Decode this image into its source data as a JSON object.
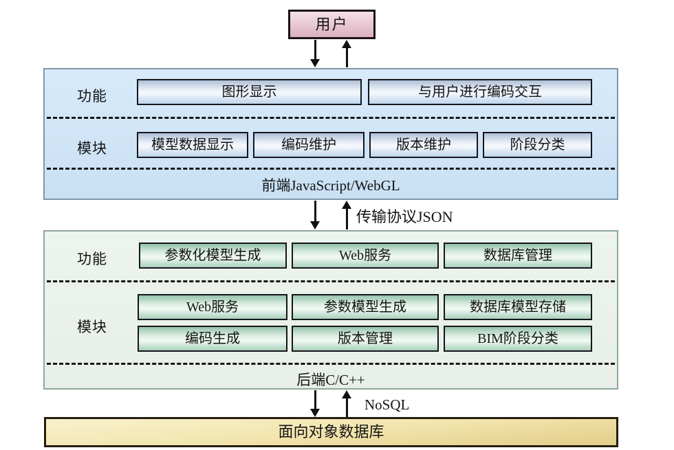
{
  "user": {
    "label": "用户"
  },
  "frontend": {
    "row_function_label": "功能",
    "row_module_label": "模块",
    "function_boxes": [
      "图形显示",
      "与用户进行编码交互"
    ],
    "module_boxes": [
      "模型数据显示",
      "编码维护",
      "版本维护",
      "阶段分类"
    ],
    "platform_label": "前端JavaScript/WebGL"
  },
  "link_frontend_backend": {
    "label": "传输协议JSON"
  },
  "backend": {
    "row_function_label": "功能",
    "row_module_label": "模块",
    "function_boxes": [
      "参数化模型生成",
      "Web服务",
      "数据库管理"
    ],
    "module_boxes_row1": [
      "Web服务",
      "参数模型生成",
      "数据库模型存储"
    ],
    "module_boxes_row2": [
      "编码生成",
      "版本管理",
      "BIM阶段分类"
    ],
    "platform_label": "后端C/C++"
  },
  "link_backend_db": {
    "label": "NoSQL"
  },
  "database": {
    "label": "面向对象数据库"
  },
  "colors": {
    "user_box_fill": "#e8c6d1",
    "frontend_fill": "#cfe4f6",
    "frontend_border": "#7d97ab",
    "inner_blue_top": "#aebfd6",
    "backend_fill": "#e9f1ea",
    "backend_border": "#8ea79a",
    "inner_green_top": "#94c2ab",
    "database_fill": "#f0e2a8",
    "arrow": "#101010",
    "text": "#141414"
  }
}
